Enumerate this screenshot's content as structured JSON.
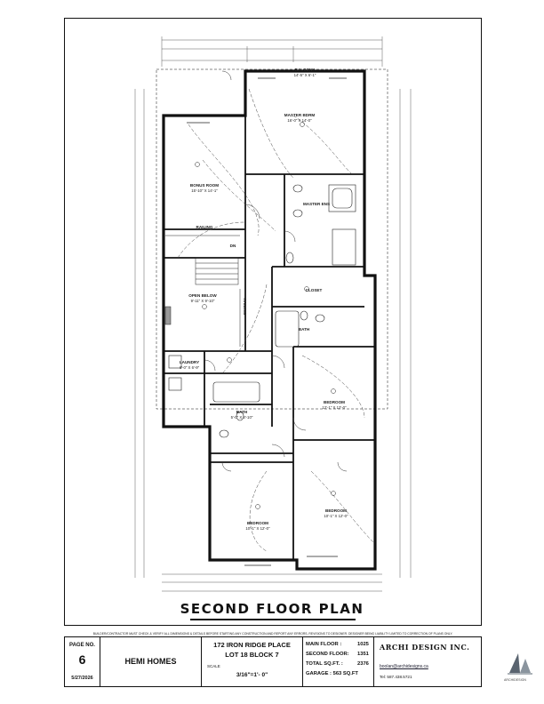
{
  "plan": {
    "rooms": [
      {
        "name": "BALCONY",
        "size": "14'-5\" X 6'-1\""
      },
      {
        "name": "MASTER BDRM",
        "size": "16'-0\" X 14'-0\""
      },
      {
        "name": "BONUS ROOM",
        "size": "15'-10\" X 14'-1\""
      },
      {
        "name": "MASTER ENS",
        "size": ""
      },
      {
        "name": "RAILING",
        "size": ""
      },
      {
        "name": "DN",
        "size": ""
      },
      {
        "name": "OPEN BELOW",
        "size": "9'-11\" X 9'-10\""
      },
      {
        "name": "RAILING",
        "size": ""
      },
      {
        "name": "CLOSET",
        "size": ""
      },
      {
        "name": "BATH",
        "size": ""
      },
      {
        "name": "LAUNDRY",
        "size": "6'-0\" X 6'-9\""
      },
      {
        "name": "BEDROOM",
        "size": "12'-1\" X 12'-0\""
      },
      {
        "name": "BATH",
        "size": "5'-0\" X 8'-10\""
      },
      {
        "name": "BEDROOM",
        "size": "10'-1\" X 12'-0\""
      },
      {
        "name": "BEDROOM",
        "size": "10'-1\" X 12'-0\""
      }
    ]
  },
  "title": "SECOND FLOOR PLAN",
  "disclaimer": "BUILDER/CONTRACTOR MUST CHECK & VERIFY ALL DIMENSIONS & DETAILS BEFORE STARTING ANY CONSTRUCTION AND REPORT ANY ERRORS, REVISIONS TO DESIGNER. DESIGNER BEING LIABILITY LIMITED TO CORRECTION OF PLANS ONLY.",
  "titleblock": {
    "page_label": "PAGE NO.",
    "page_number": "6",
    "date": "5/27/2026",
    "client": "HEMI HOMES",
    "address_line1": "172 IRON RIDGE PLACE",
    "address_line2": "LOT 18  BLOCK 7",
    "scale_label": "SCALE",
    "scale_value": "3/16\"=1'- 0\"",
    "main_floor_label": "MAIN FLOOR :",
    "main_floor_value": "1025",
    "second_floor_label": "SECOND FLOOR:",
    "second_floor_value": "1351",
    "total_label": "TOTAL SQ.FT. :",
    "total_value": "2376",
    "garage_label": "GARAGE : 563 SQ.FT",
    "firm": "ARCHI DESIGN INC.",
    "email": "boolan@archidesigns.ca",
    "phone": "Tel: 587.438.5721",
    "logo_text": "ARCHIDESIGN"
  },
  "colors": {
    "line": "#111111",
    "accent": "#5a6470"
  }
}
